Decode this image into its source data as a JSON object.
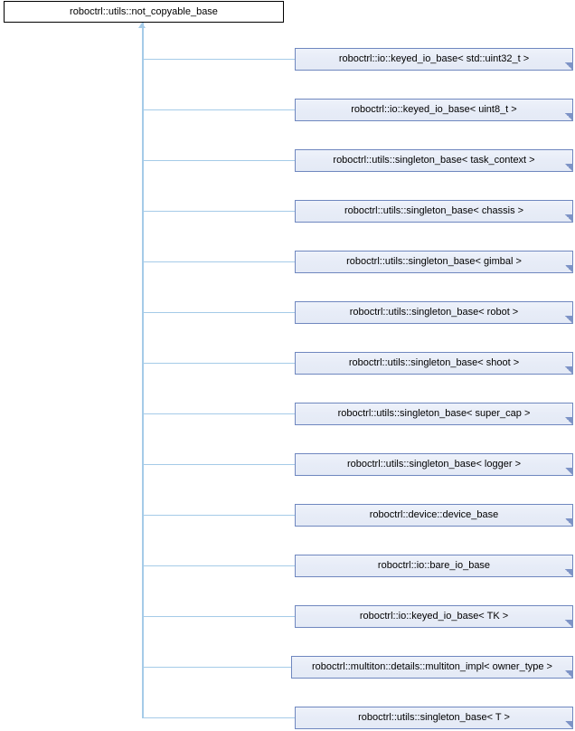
{
  "diagram": {
    "type": "inheritance-graph",
    "root": {
      "label": "roboctrl::utils::not_copyable_base"
    },
    "edge_color": "#a5cbe8",
    "node_border_color": "#6f87bf",
    "node_fill_color": "#e7ecf7",
    "root_border_color": "#000000",
    "root_fill_color": "#ffffff",
    "derived": [
      {
        "label": "roboctrl::io::keyed_io_base< std::uint32_t >"
      },
      {
        "label": "roboctrl::io::keyed_io_base< uint8_t >"
      },
      {
        "label": "roboctrl::utils::singleton_base< task_context >"
      },
      {
        "label": "roboctrl::utils::singleton_base< chassis >"
      },
      {
        "label": "roboctrl::utils::singleton_base< gimbal >"
      },
      {
        "label": "roboctrl::utils::singleton_base< robot >"
      },
      {
        "label": "roboctrl::utils::singleton_base< shoot >"
      },
      {
        "label": "roboctrl::utils::singleton_base< super_cap >"
      },
      {
        "label": "roboctrl::utils::singleton_base< logger >"
      },
      {
        "label": "roboctrl::device::device_base"
      },
      {
        "label": "roboctrl::io::bare_io_base"
      },
      {
        "label": "roboctrl::io::keyed_io_base< TK >"
      },
      {
        "label": "roboctrl::multiton::details::multiton_impl< owner_type >"
      },
      {
        "label": "roboctrl::utils::singleton_base< T >"
      }
    ]
  }
}
